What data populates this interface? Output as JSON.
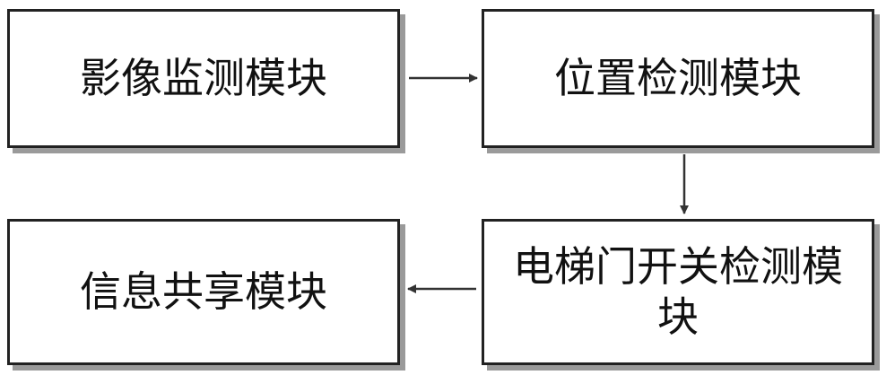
{
  "diagram": {
    "nodes": [
      {
        "id": "video",
        "label": "影像监测模块"
      },
      {
        "id": "position",
        "label": "位置检测模块"
      },
      {
        "id": "door",
        "label": "电梯门开关检测模块"
      },
      {
        "id": "share",
        "label": "信息共享模块"
      }
    ],
    "edges": [
      {
        "from": "video",
        "to": "position"
      },
      {
        "from": "position",
        "to": "door"
      },
      {
        "from": "door",
        "to": "share"
      }
    ]
  }
}
